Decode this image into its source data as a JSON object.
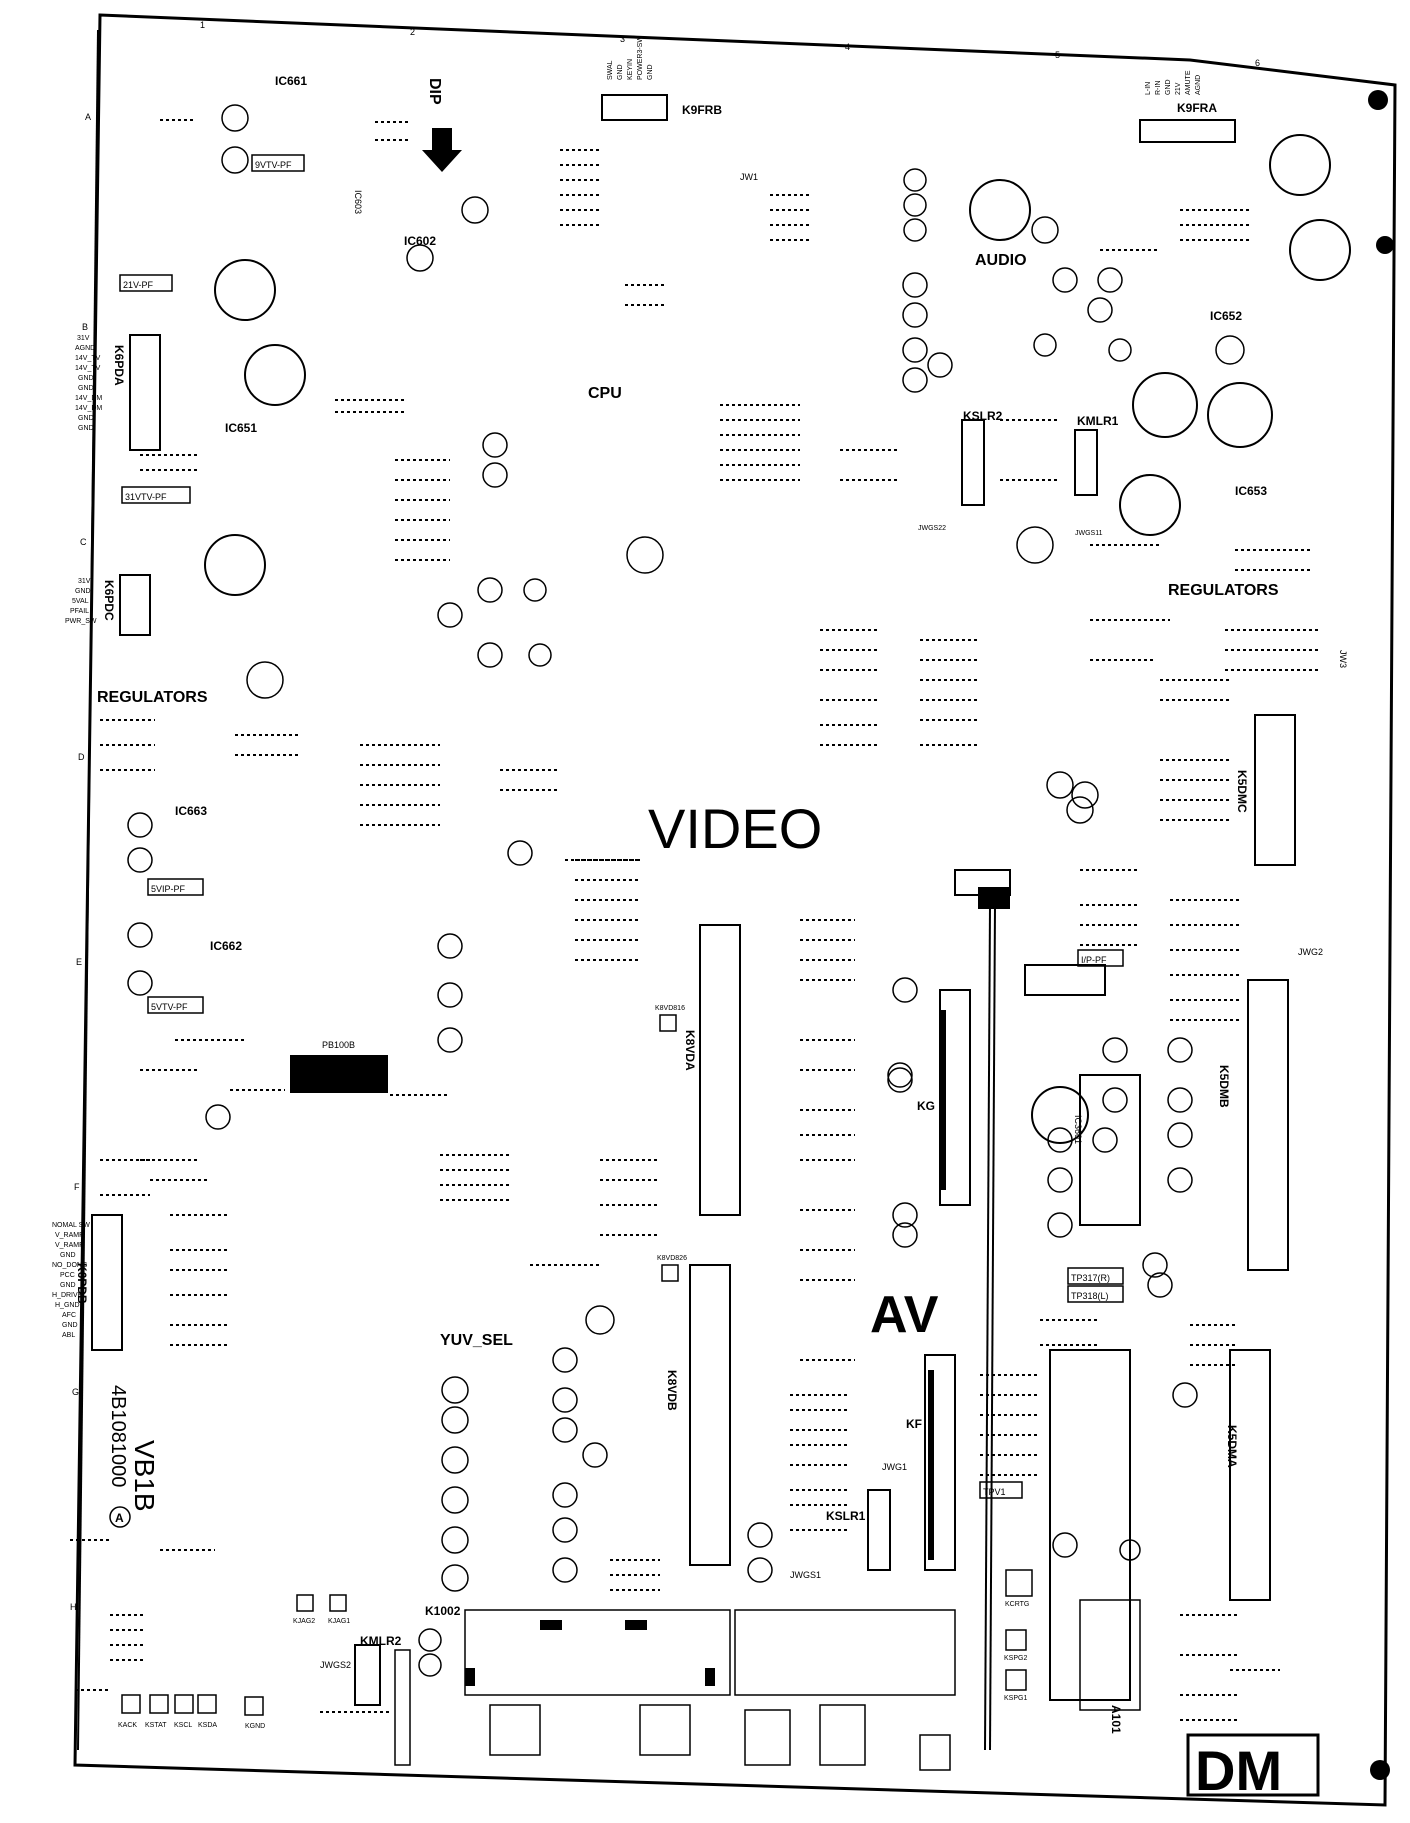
{
  "title_code": "4B1081000",
  "board_name": "VB1B",
  "board_rev": "A",
  "corner_label": "DM",
  "regions": {
    "cpu": "CPU",
    "video": "VIDEO",
    "audio": "AUDIO",
    "av": "AV",
    "yuv_sel": "YUV_SEL",
    "regulators_left": "REGULATORS",
    "regulators_right": "REGULATORS",
    "dip": "DIP"
  },
  "connectors": [
    "K9FRB",
    "K9FRA",
    "K6PDA",
    "K6PDC",
    "K6PDB",
    "K8VDA",
    "K8VDB",
    "K5DMC",
    "K5DMB",
    "K5DMA",
    "KG",
    "KF",
    "KSLR2",
    "KMLR1",
    "KSLR1",
    "KMLR2",
    "K1002",
    "A101"
  ],
  "ics": [
    "IC661",
    "IC602",
    "IC603",
    "IC651",
    "IC652",
    "IC653",
    "IC663",
    "IC662",
    "IC3601"
  ],
  "flags": [
    "9VTV-PF",
    "21V-PF",
    "31VTV-PF",
    "5VIP-PF",
    "5VTV-PF",
    "I/P-PF",
    "TP317(R)",
    "TP318(L)",
    "TPV1",
    "PB100B"
  ],
  "jumpers": [
    "JW1",
    "JW3",
    "JWG2",
    "JWG1",
    "JWGS1",
    "JWGS2",
    "JWGS11",
    "JWGS22"
  ],
  "k6pda_pins": [
    "31V",
    "AGND",
    "14V_TV",
    "14V_TV",
    "GND",
    "GND",
    "14V_DM",
    "14V_DM",
    "GND",
    "GND"
  ],
  "k6pdc_pins": [
    "31V",
    "GND",
    "5VAL",
    "PFAIL",
    "PWR_SW"
  ],
  "k6pdb_pins": [
    "NOMAL SW",
    "V_RAMP",
    "V_RAMP",
    "GND",
    "NO_DONG",
    "PCC",
    "GND",
    "H_DRIVE",
    "H_GND",
    "AFC",
    "GND",
    "ABL"
  ],
  "k9frb_pins": [
    "SWAL",
    "GND",
    "KEYIN",
    "POWER3-SW",
    "GND"
  ],
  "k9fra_pins": [
    "L-IN",
    "R-IN",
    "GND",
    "21V",
    "AMUTE",
    "AGND"
  ],
  "test_points": [
    "KACK",
    "KSTAT",
    "KSCL",
    "KSDA",
    "KGND",
    "KJAG2",
    "KJAG1",
    "KCRTG",
    "KSPG2",
    "KSPG1",
    "K8VD816",
    "K8VD826"
  ],
  "column_markers": [
    "1",
    "2",
    "3",
    "4",
    "5",
    "6"
  ],
  "row_markers": [
    "A",
    "B",
    "C",
    "D",
    "E",
    "F",
    "G",
    "H"
  ]
}
